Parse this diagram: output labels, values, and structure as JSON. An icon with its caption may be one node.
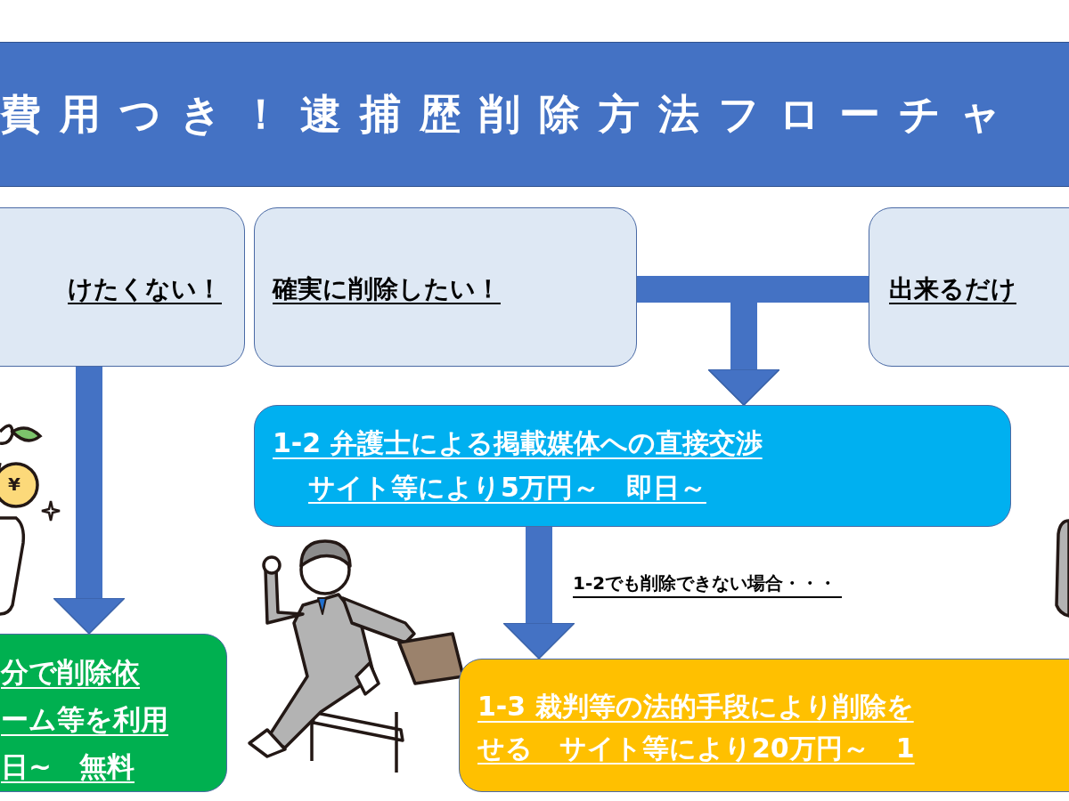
{
  "diagram": {
    "title": "費用つき！逮捕歴削除方法フローチャ",
    "nodes": [
      {
        "text": [
          "けたくない！"
        ]
      },
      {
        "text": [
          "確実に削除したい！"
        ]
      },
      {
        "text": [
          "出来るだけ"
        ]
      },
      {
        "text": [
          "1-2 弁護士による掲載媒体への直接交渉",
          "サイト等により5万円～　即日～"
        ]
      },
      {
        "text": [
          "分で削除依",
          "ーム等を利用",
          "日~　無料"
        ]
      },
      {
        "text": [
          "1-3 裁判等の法的手段により削除を",
          "せる　サイト等により20万円～　1"
        ]
      }
    ],
    "edges": [
      {
        "from": 0,
        "to": 4,
        "arrow": "to"
      },
      {
        "from": 1,
        "to": 3,
        "arrow": "to"
      },
      {
        "from": 2,
        "to": 3,
        "arrow": "to"
      },
      {
        "from": 3,
        "to": 5,
        "arrow": "to",
        "label": "1-2でも削除できない場合・・・"
      }
    ],
    "labels": [
      "¥"
    ]
  }
}
